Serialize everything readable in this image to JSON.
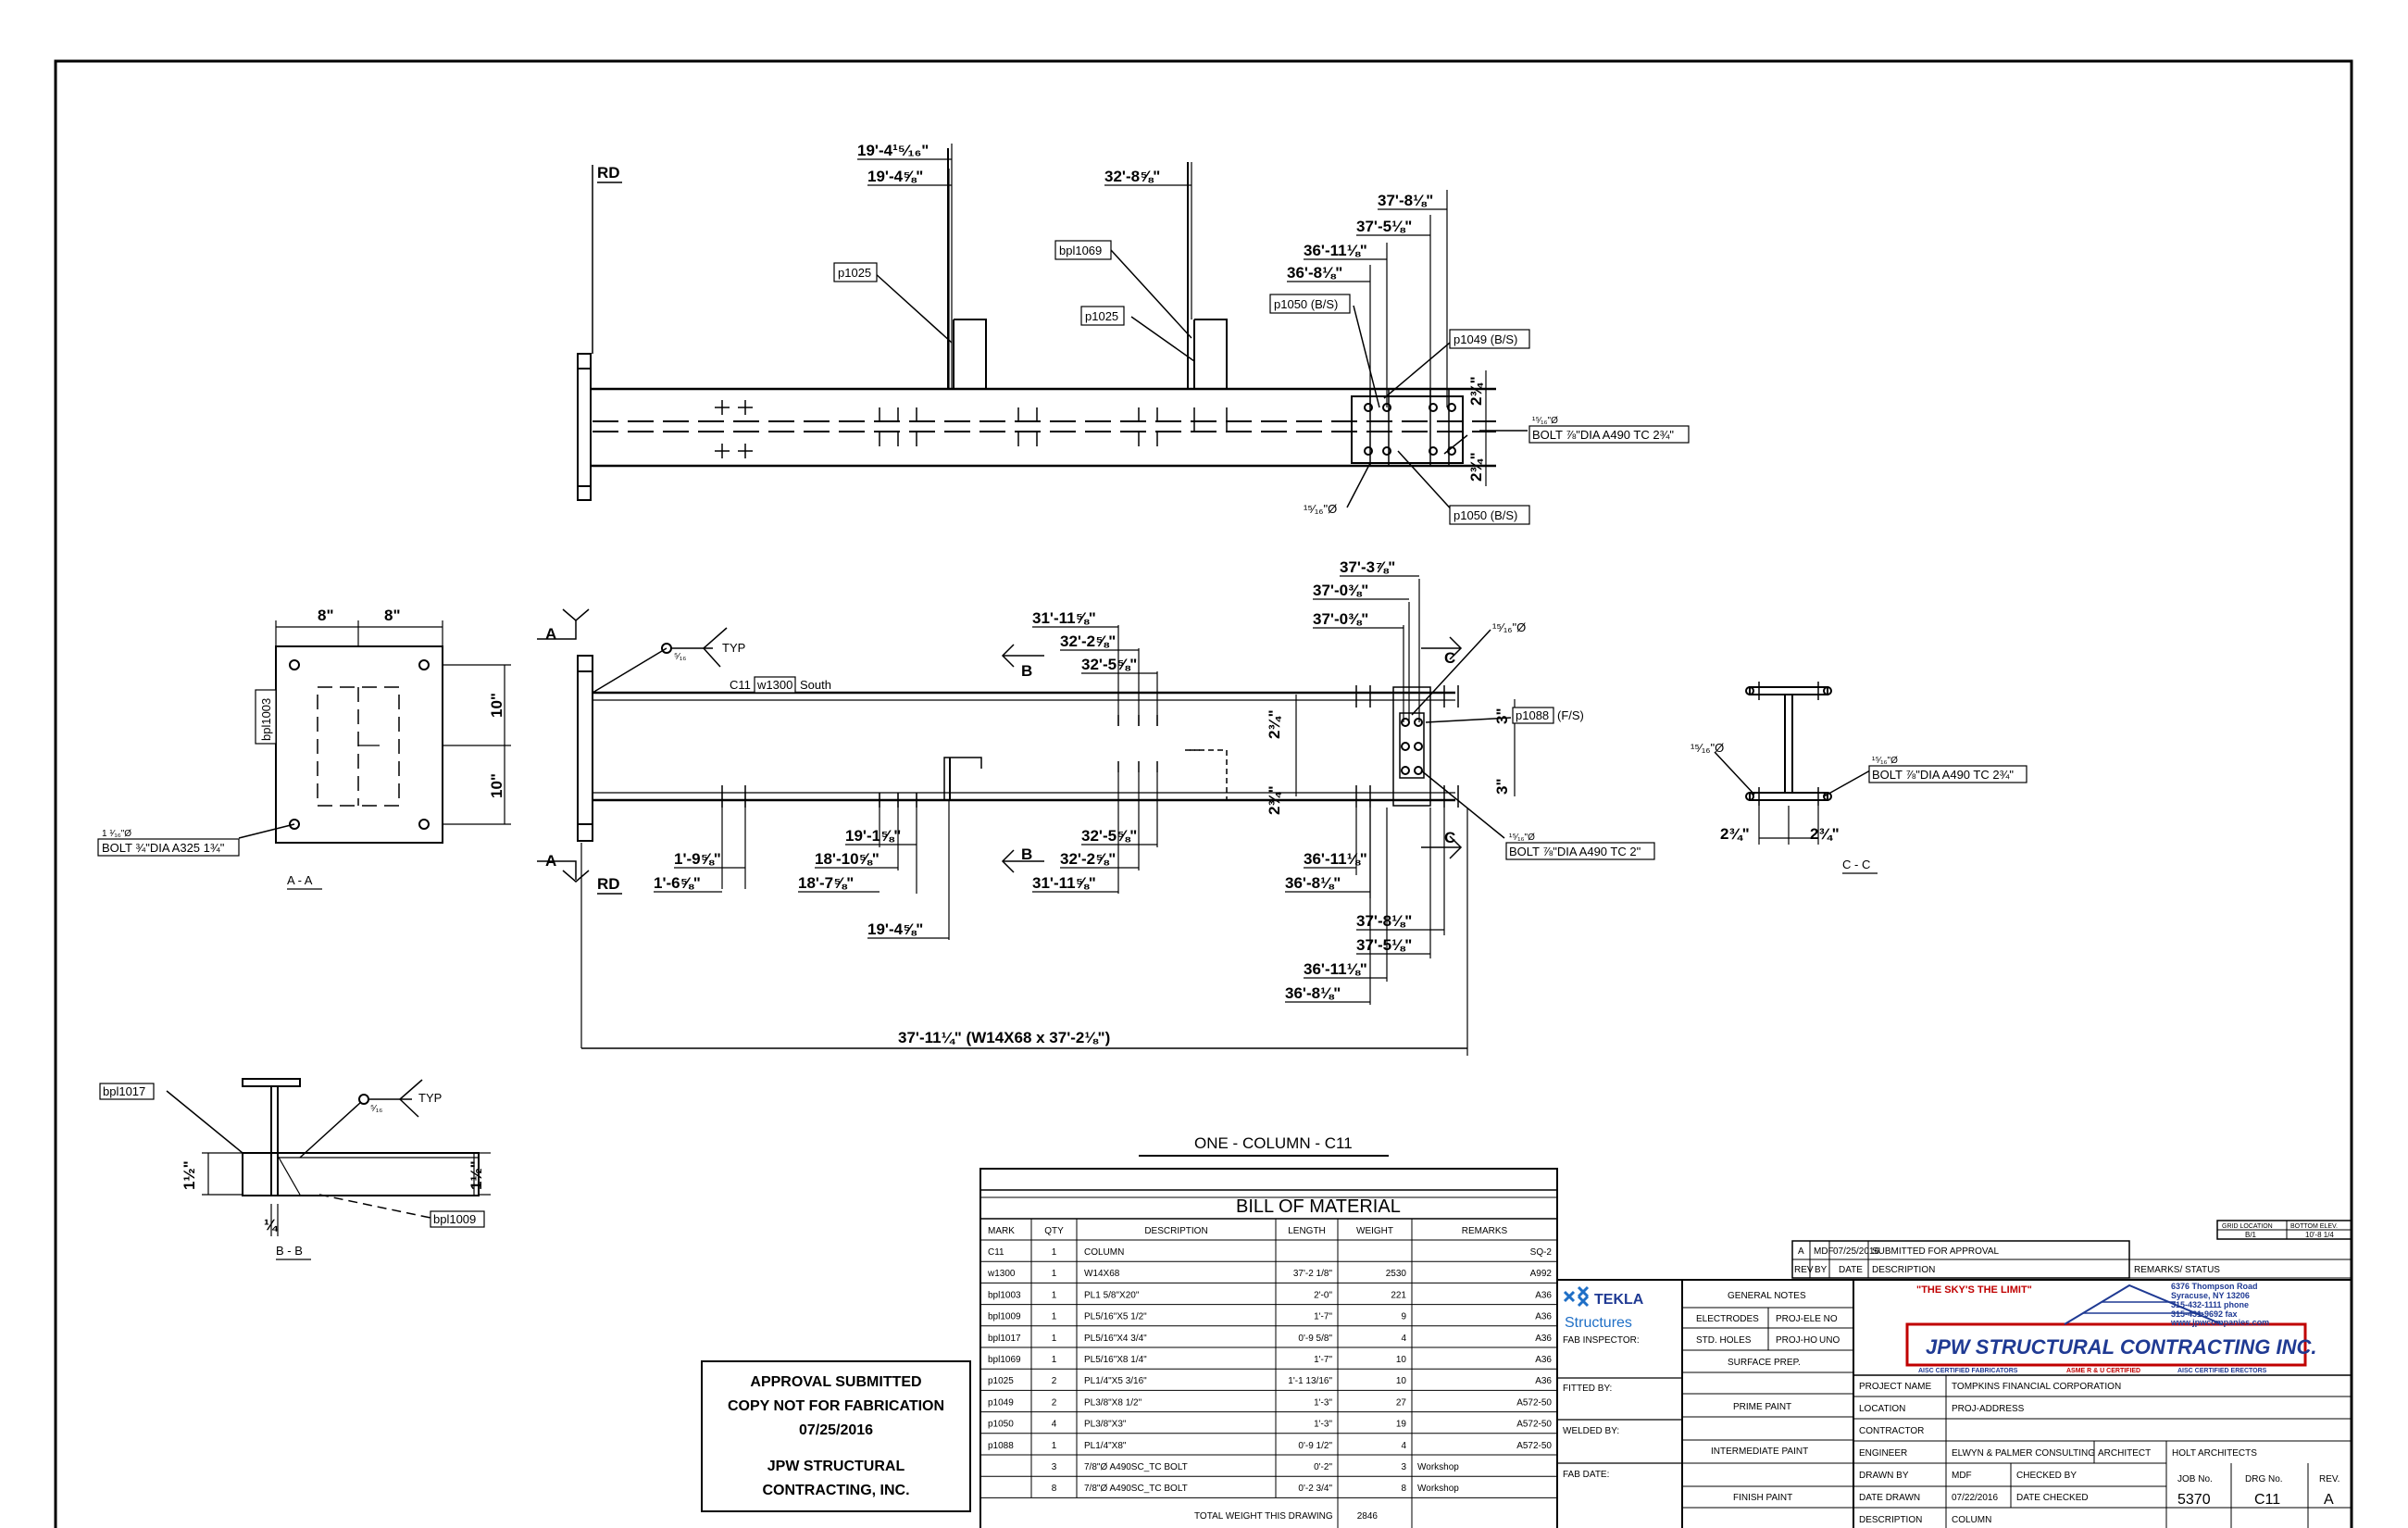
{
  "drawing": {
    "title": "ONE - COLUMN - C11",
    "approval": {
      "line1": "APPROVAL SUBMITTED",
      "line2": "COPY NOT FOR FABRICATION",
      "line3": "07/25/2016",
      "line4": "JPW STRUCTURAL",
      "line5": "CONTRACTING, INC."
    },
    "top_view": {
      "rd": "RD",
      "dims": [
        "19'-4¹⁵⁄₁₆\"",
        "19'-4⅝\"",
        "32'-8⅝\"",
        "37'-8⅛\"",
        "37'-5⅛\"",
        "36'-11⅛\"",
        "36'-8⅛\""
      ],
      "tags": [
        "p1025",
        "bpl1069",
        "p1025",
        "p1050 (B/S)",
        "p1049 (B/S)",
        "p1050 (B/S)"
      ],
      "bolt_line1": "¹⁵⁄₁₆\"Ø",
      "bolt_line2": "BOLT ⅞\"DIA A490 TC 2¾\"",
      "hole_note": "¹⁵⁄₁₆\"Ø",
      "v_dims": [
        "2¾\"",
        "2¾\""
      ]
    },
    "front_view": {
      "section_a": "A",
      "section_b": "B",
      "section_c": "C",
      "rd": "RD",
      "weld": "⁵⁄₁₆",
      "typ": "TYP",
      "member_prefix": "C11",
      "member_tag": "w1300",
      "member_suffix": "South",
      "top_dims": [
        "37'-3⅞\"",
        "37'-0⅜\"",
        "37'-0⅜\"",
        "31'-11⅝\"",
        "32'-2⅝\"",
        "32'-5⅝\""
      ],
      "bottom_left_dims": [
        "19'-1⅝\"",
        "18'-10⅝\"",
        "18'-7⅝\"",
        "1'-9⅝\"",
        "1'-6⅝\"",
        "19'-4⅝\""
      ],
      "bottom_mid_dims": [
        "32'-5⅝\"",
        "32'-2⅝\"",
        "31'-11⅝\""
      ],
      "bottom_right_dims": [
        "36'-11⅛\"",
        "36'-8⅛\"",
        "37'-8⅛\"",
        "37'-5⅛\"",
        "36'-11⅛\"",
        "36'-8⅛\""
      ],
      "hole_note": "¹⁵⁄₁₆\"Ø",
      "plate_tag": "p1088",
      "plate_suffix": "(F/S)",
      "bolt_line1": "¹⁵⁄₁₆\"Ø",
      "bolt_line2": "BOLT ⅞\"DIA A490 TC 2\"",
      "v_dims": [
        "2¾\"",
        "2¾\"",
        "3\"",
        "3\""
      ],
      "overall": "37'-11¼\" (W14X68 x 37'-2⅛\")"
    },
    "section_aa": {
      "label": "A - A",
      "dims": [
        "8\"",
        "8\"",
        "10\"",
        "10\""
      ],
      "tag": "bpl1003",
      "note1": "1 ¹⁄₁₆\"Ø",
      "note2": "BOLT ¾\"DIA A325 1¾\""
    },
    "section_bb": {
      "label": "B - B",
      "tag1": "bpl1017",
      "tag2": "bpl1009",
      "weld": "⁵⁄₁₆",
      "typ": "TYP",
      "dims": [
        "1½\"",
        "1½\"",
        "¼"
      ]
    },
    "section_cc": {
      "label": "C - C",
      "hole": "¹⁵⁄₁₆\"Ø",
      "note1": "¹⁵⁄₁₆\"Ø",
      "note2": "BOLT ⅞\"DIA A490 TC 2¾\"",
      "dims": [
        "2¾\"",
        "2¾\""
      ]
    }
  },
  "bom": {
    "title": "BILL OF MATERIAL",
    "headers": [
      "MARK",
      "QTY",
      "DESCRIPTION",
      "LENGTH",
      "WEIGHT",
      "REMARKS"
    ],
    "rows": [
      [
        "C11",
        "1",
        "COLUMN",
        "",
        "",
        "SQ-2"
      ],
      [
        "w1300",
        "1",
        "W14X68",
        "37'-2 1/8\"",
        "2530",
        "A992"
      ],
      [
        "bpl1003",
        "1",
        "PL1 5/8\"X20\"",
        "2'-0\"",
        "221",
        "A36"
      ],
      [
        "bpl1009",
        "1",
        "PL5/16\"X5 1/2\"",
        "1'-7\"",
        "9",
        "A36"
      ],
      [
        "bpl1017",
        "1",
        "PL5/16\"X4 3/4\"",
        "0'-9 5/8\"",
        "4",
        "A36"
      ],
      [
        "bpl1069",
        "1",
        "PL5/16\"X8 1/4\"",
        "1'-7\"",
        "10",
        "A36"
      ],
      [
        "p1025",
        "2",
        "PL1/4\"X5 3/16\"",
        "1'-1 13/16\"",
        "10",
        "A36"
      ],
      [
        "p1049",
        "2",
        "PL3/8\"X8 1/2\"",
        "1'-3\"",
        "27",
        "A572-50"
      ],
      [
        "p1050",
        "4",
        "PL3/8\"X3\"",
        "1'-3\"",
        "19",
        "A572-50"
      ],
      [
        "p1088",
        "1",
        "PL1/4\"X8\"",
        "0'-9 1/2\"",
        "4",
        "A572-50"
      ],
      [
        "",
        "3",
        "7/8\"Ø A490SC_TC BOLT",
        "0'-2\"",
        "3",
        "Workshop"
      ],
      [
        "",
        "8",
        "7/8\"Ø A490SC_TC BOLT",
        "0'-2 3/4\"",
        "8",
        "Workshop"
      ]
    ],
    "total_label": "TOTAL WEIGHT THIS DRAWING",
    "total_value": "2846"
  },
  "title_block": {
    "tekla1": "TEKLA",
    "tekla2": "Structures",
    "fab_inspector": "FAB INSPECTOR:",
    "fitted_by": "FITTED BY:",
    "welded_by": "WELDED BY:",
    "fab_date": "FAB DATE:",
    "notes": {
      "general_notes": "GENERAL NOTES",
      "electrodes": "ELECTRODES",
      "electrodes_val": "PROJ-ELE NO",
      "std_holes": "STD. HOLES",
      "std_holes_val": "PROJ-HO",
      "std_holes_tail": "UNO",
      "surface_prep": "SURFACE PREP.",
      "prime_paint": "PRIME PAINT",
      "intermediate_paint": "INTERMEDIATE PAINT",
      "finish_paint": "FINISH PAINT"
    },
    "revision": {
      "rev": "A",
      "by": "MDF",
      "date": "07/25/2016",
      "description": "SUBMITTED FOR APPROVAL",
      "h_rev": "REV",
      "h_by": "BY",
      "h_date": "DATE",
      "h_description": "DESCRIPTION",
      "remarks": "REMARKS/ STATUS"
    },
    "grid": {
      "h1": "GRID LOCATION",
      "h2": "BOTTOM ELEV.",
      "v1": "B/1",
      "v2": "10'-8 1/4"
    },
    "company": {
      "slogan": "\"THE SKY'S THE LIMIT\"",
      "name": "JPW STRUCTURAL CONTRACTING INC.",
      "addr1": "6376 Thompson Road",
      "addr2": "Syracuse, NY 13206",
      "phone": "315-432-1111  phone",
      "fax": "315-431-9692  fax",
      "web": "www.jpwcompanies.com",
      "cert1": "AISC CERTIFIED FABRICATORS",
      "cert2": "ASME R & U CERTIFIED",
      "cert3": "AISC CERTIFIED ERECTORS"
    },
    "project_name_label": "PROJECT NAME",
    "project_name": "TOMPKINS FINANCIAL CORPORATION",
    "location_label": "LOCATION",
    "location": "PROJ-ADDRESS",
    "contractor_label": "CONTRACTOR",
    "engineer_label": "ENGINEER",
    "engineer": "ELWYN & PALMER CONSULTING",
    "architect_label": "ARCHITECT",
    "architect": "HOLT ARCHITECTS",
    "drawn_by_label": "DRAWN BY",
    "drawn_by": "MDF",
    "checked_by_label": "CHECKED BY",
    "date_drawn_label": "DATE DRAWN",
    "date_drawn": "07/22/2016",
    "date_checked_label": "DATE CHECKED",
    "description_label": "DESCRIPTION",
    "description": "COLUMN",
    "job_no_label": "JOB No.",
    "job_no": "5370",
    "drg_no_label": "DRG No.",
    "drg_no": "C11",
    "rev_label": "REV.",
    "rev_value": "A"
  }
}
